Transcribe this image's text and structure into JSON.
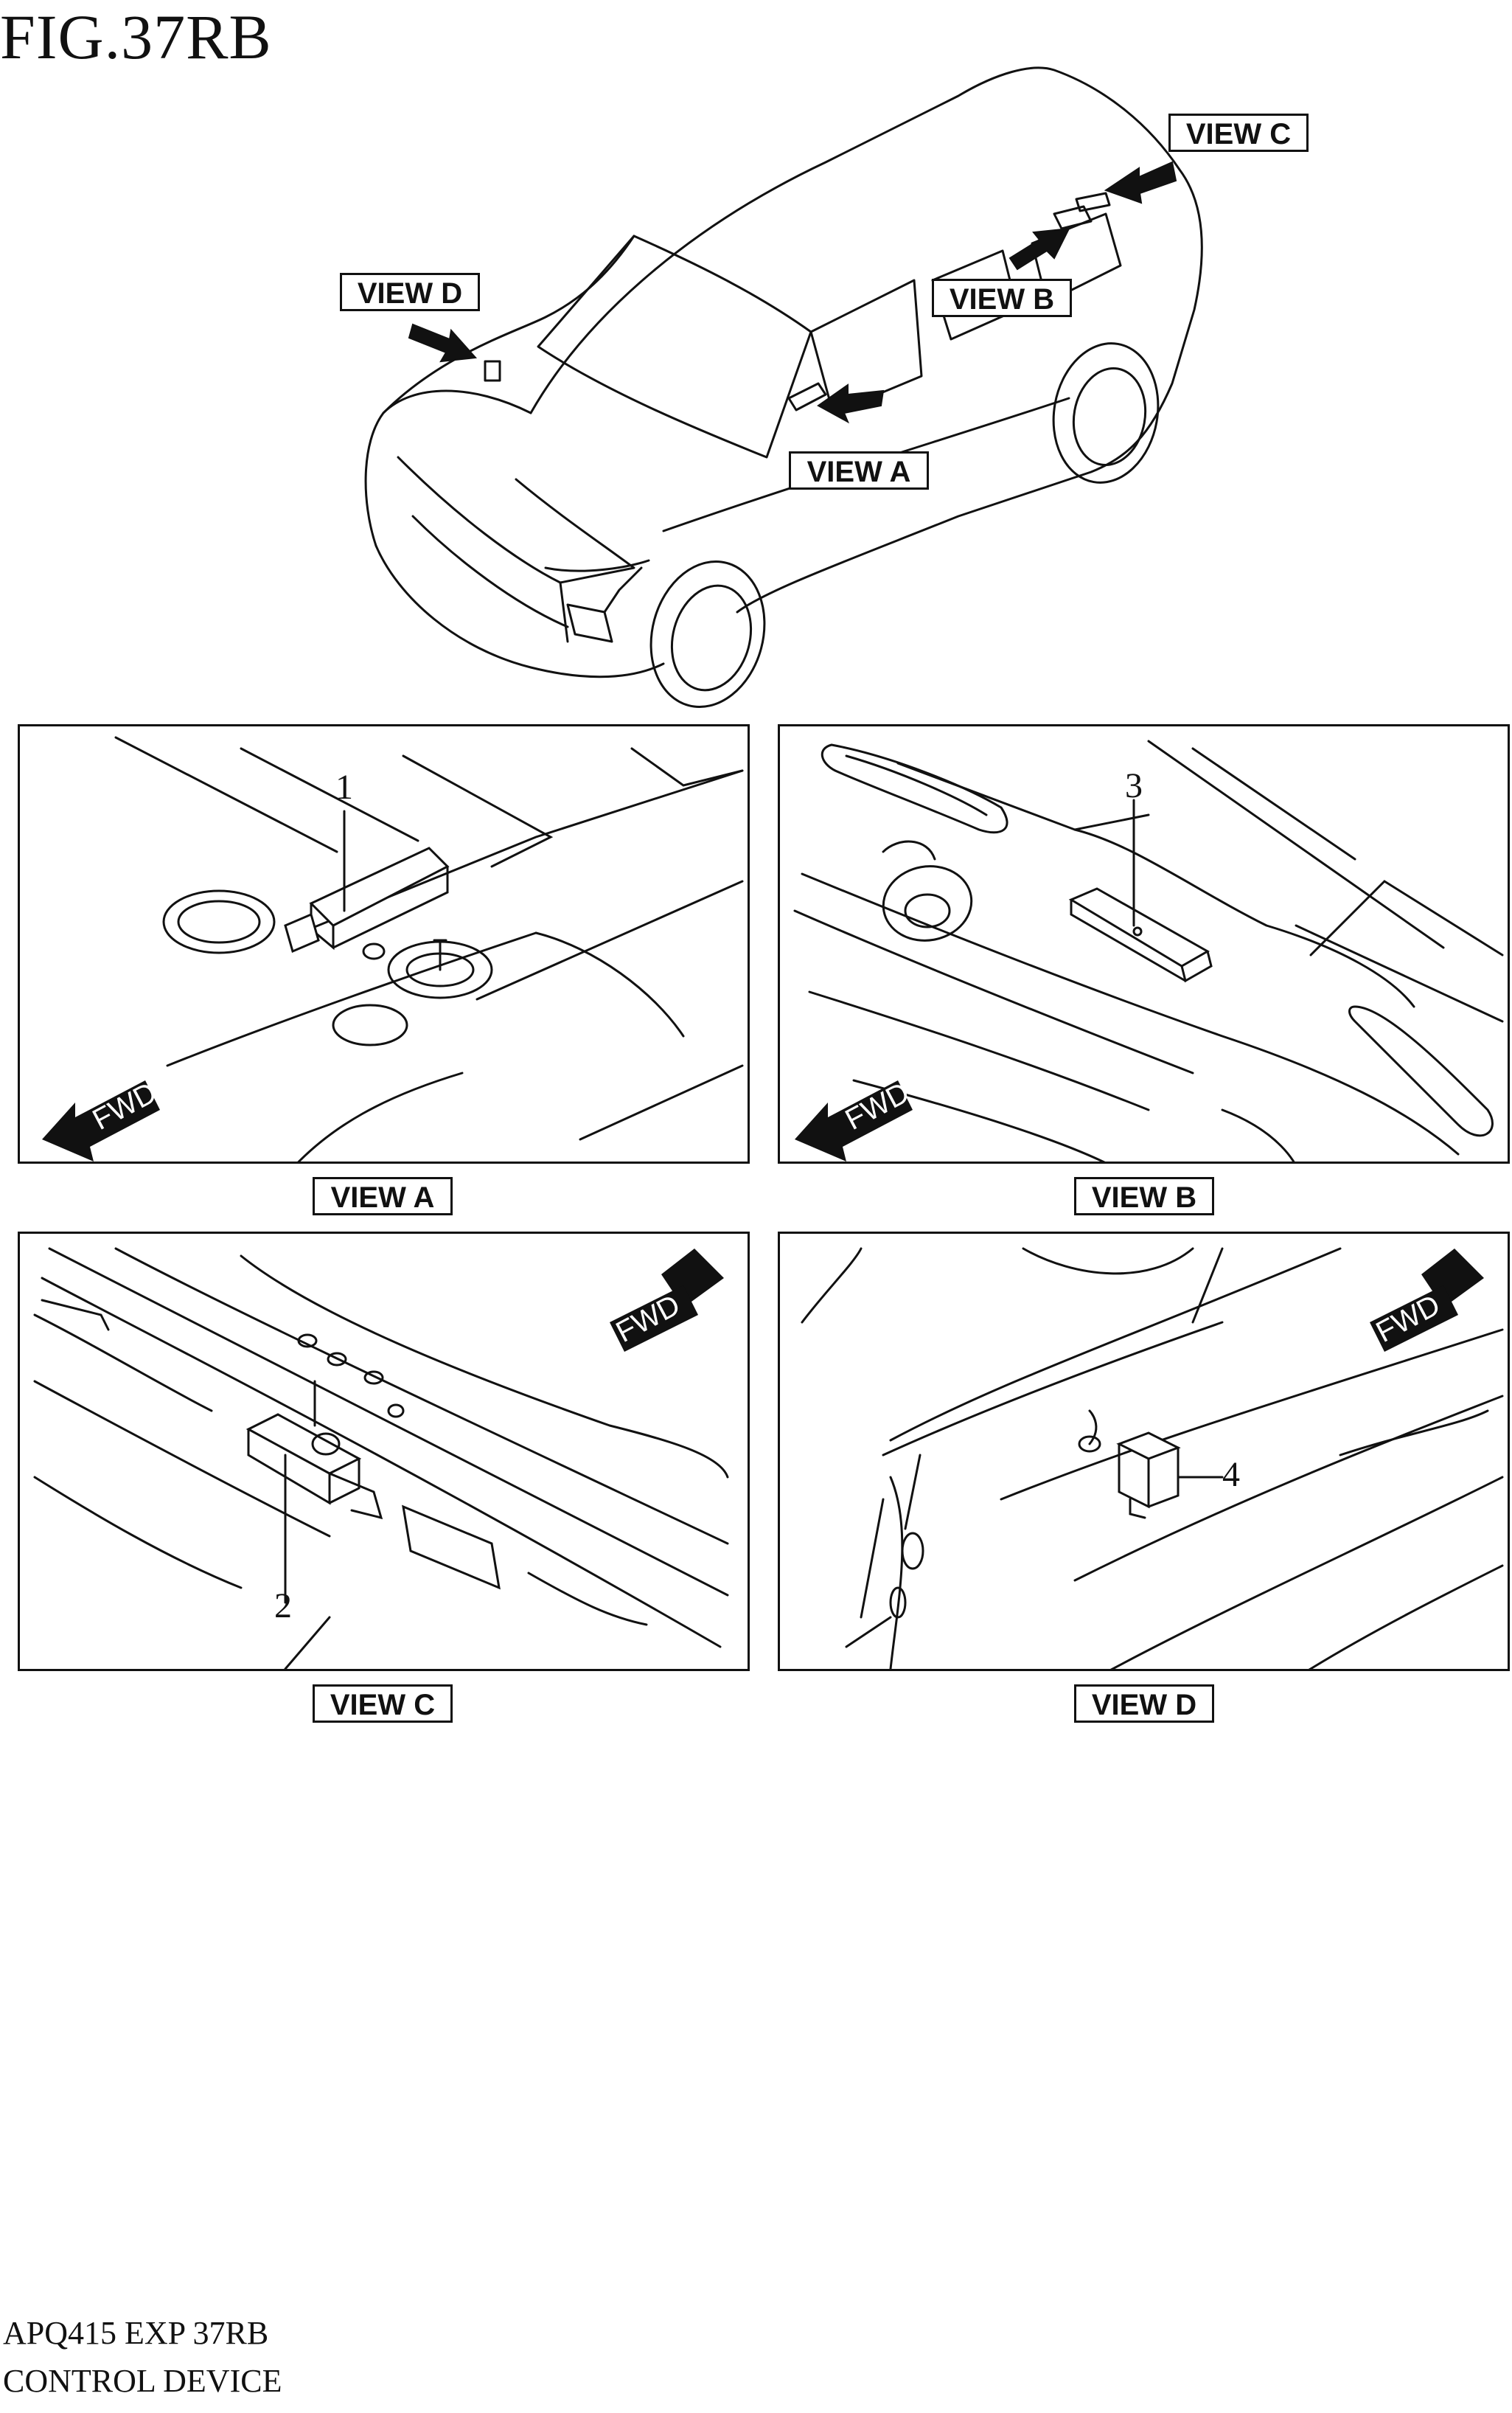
{
  "figure": {
    "title": "FIG.37RB"
  },
  "overview_labels": {
    "view_a": "VIEW A",
    "view_b": "VIEW B",
    "view_c": "VIEW C",
    "view_d": "VIEW D"
  },
  "panels": [
    {
      "caption": "VIEW A",
      "fwd": "FWD",
      "callout": "1"
    },
    {
      "caption": "VIEW B",
      "fwd": "FWD",
      "callout": "3"
    },
    {
      "caption": "VIEW C",
      "fwd": "FWD",
      "callout": "2"
    },
    {
      "caption": "VIEW D",
      "fwd": "FWD",
      "callout": "4"
    }
  ],
  "footer": {
    "code": "APQ415 EXP 37RB",
    "name": "CONTROL DEVICE"
  }
}
